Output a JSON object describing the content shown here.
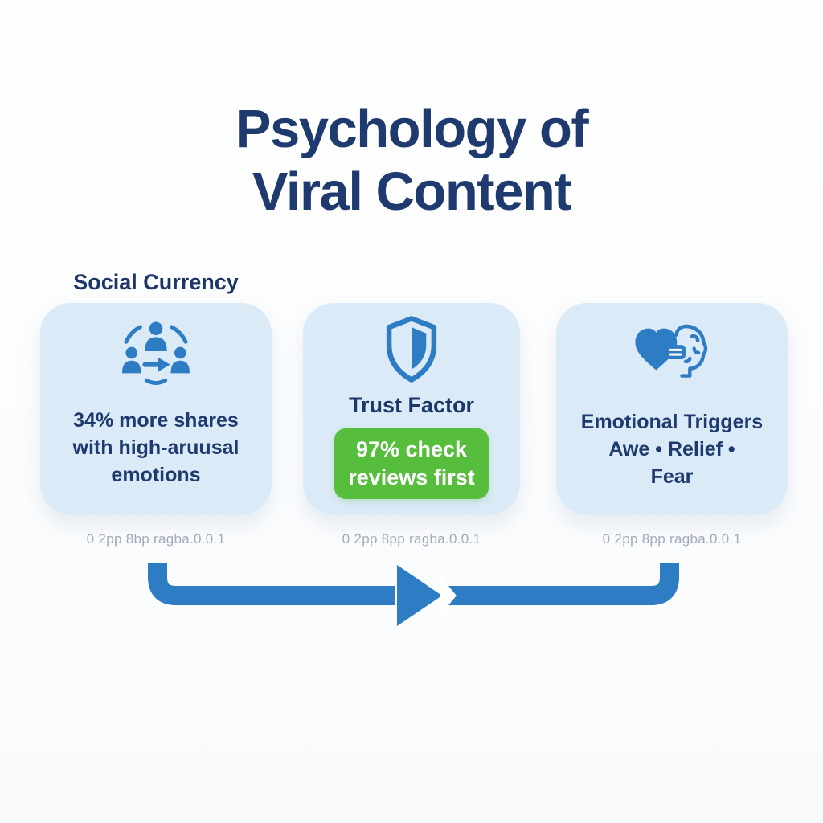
{
  "title": {
    "line1": "Psychology of",
    "line2": "Viral Content"
  },
  "cards": [
    {
      "label": "Social Currency",
      "icon": "people-share-icon",
      "lines": [
        "34% more shares",
        "with high-aruusal",
        "emotions"
      ],
      "caption": "0 2pp 8bp ragba.0.0.1"
    },
    {
      "heading": "Trust Factor",
      "icon": "shield-icon",
      "badge_lines": [
        "97% check",
        "reviews first"
      ],
      "caption": "0 2pp 8pp ragba.0.0.1"
    },
    {
      "icon": "heart-brain-icon",
      "lines": [
        "Emotional Triggers",
        "Awe • Relief •",
        "Fear"
      ],
      "caption": "0 2pp 8pp ragba.0.0.1"
    }
  ],
  "colors": {
    "accent_blue": "#2e7dc4",
    "navy_text": "#1e3a6e",
    "card_background": "#daeaf7",
    "badge_green": "#57bd3c",
    "caption_gray": "#a2abbb"
  }
}
